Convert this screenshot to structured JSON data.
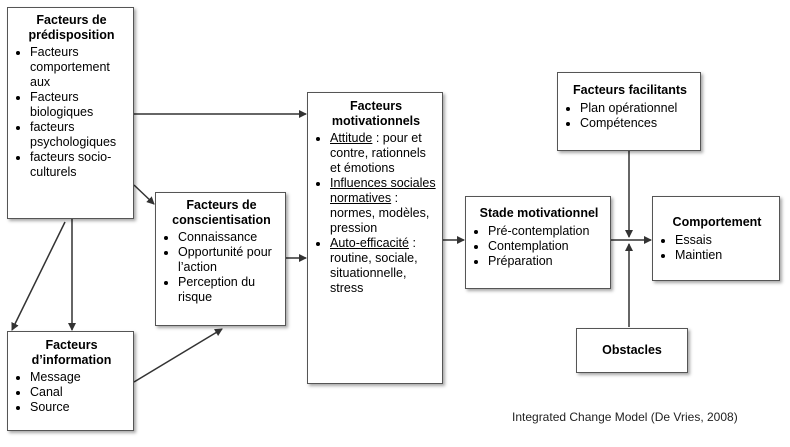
{
  "predisposition": {
    "title": "Facteurs de prédisposition",
    "items": [
      "Facteurs comportement aux",
      "Facteurs biologiques",
      "facteurs psychologiques",
      "facteurs socio-culturels"
    ]
  },
  "conscientisation": {
    "title": "Facteurs de conscientisation",
    "items": [
      "Connaissance",
      "Opportunité pour l’action",
      "Perception du risque"
    ]
  },
  "information": {
    "title": "Facteurs d’information",
    "items": [
      "Message",
      "Canal",
      "Source"
    ]
  },
  "motivationnels": {
    "title": "Facteurs motivationnels",
    "items": [
      {
        "head": "Attitude",
        "rest": " : pour et contre, rationnels et émotions"
      },
      {
        "head": "Influences sociales normatives",
        "rest": " : normes, modèles, pression"
      },
      {
        "head": "Auto-efficacité",
        "rest": " : routine, sociale, situationnelle, stress"
      }
    ]
  },
  "stade": {
    "title": "Stade motivationnel",
    "items": [
      "Pré-contemplation",
      "Contemplation",
      "Préparation"
    ]
  },
  "facilitants": {
    "title": "Facteurs facilitants",
    "items": [
      "Plan opérationnel",
      "Compétences"
    ]
  },
  "comportement": {
    "title": "Comportement",
    "items": [
      "Essais",
      "Maintien"
    ]
  },
  "obstacles": {
    "title": "Obstacles"
  },
  "caption": "Integrated Change Model (De Vries, 2008)"
}
